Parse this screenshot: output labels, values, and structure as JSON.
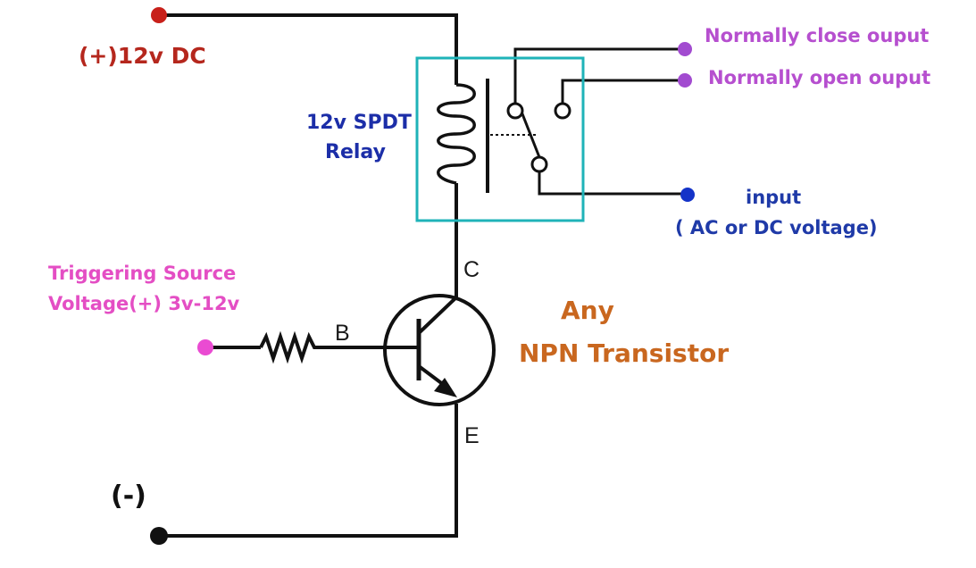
{
  "colors": {
    "wire": "#111111",
    "relay_box": "#1fb3b8",
    "power_text": "#b5271d",
    "power_dot": "#c8201a",
    "relay_text": "#1c2ea8",
    "output_text": "#b64fcf",
    "output_dot": "#a24bd0",
    "input_text": "#1f3aa8",
    "input_dot": "#1433c8",
    "trigger_text": "#e44ec4",
    "trigger_dot": "#ea4bd2",
    "transistor_text": "#c9671f",
    "ground_dot": "#111111"
  },
  "labels": {
    "power": "(+)12v DC",
    "relay_line1": "12v SPDT",
    "relay_line2": "Relay",
    "nc_output": "Normally close ouput",
    "no_output": "Normally open ouput",
    "input_line1": "input",
    "input_line2": "( AC or DC voltage)",
    "trigger_line1": "Triggering Source",
    "trigger_line2": "Voltage(+) 3v-12v",
    "transistor_line1": "Any",
    "transistor_line2": "NPN Transistor",
    "ground": "(-)",
    "pin_c": "C",
    "pin_b": "B",
    "pin_e": "E"
  }
}
